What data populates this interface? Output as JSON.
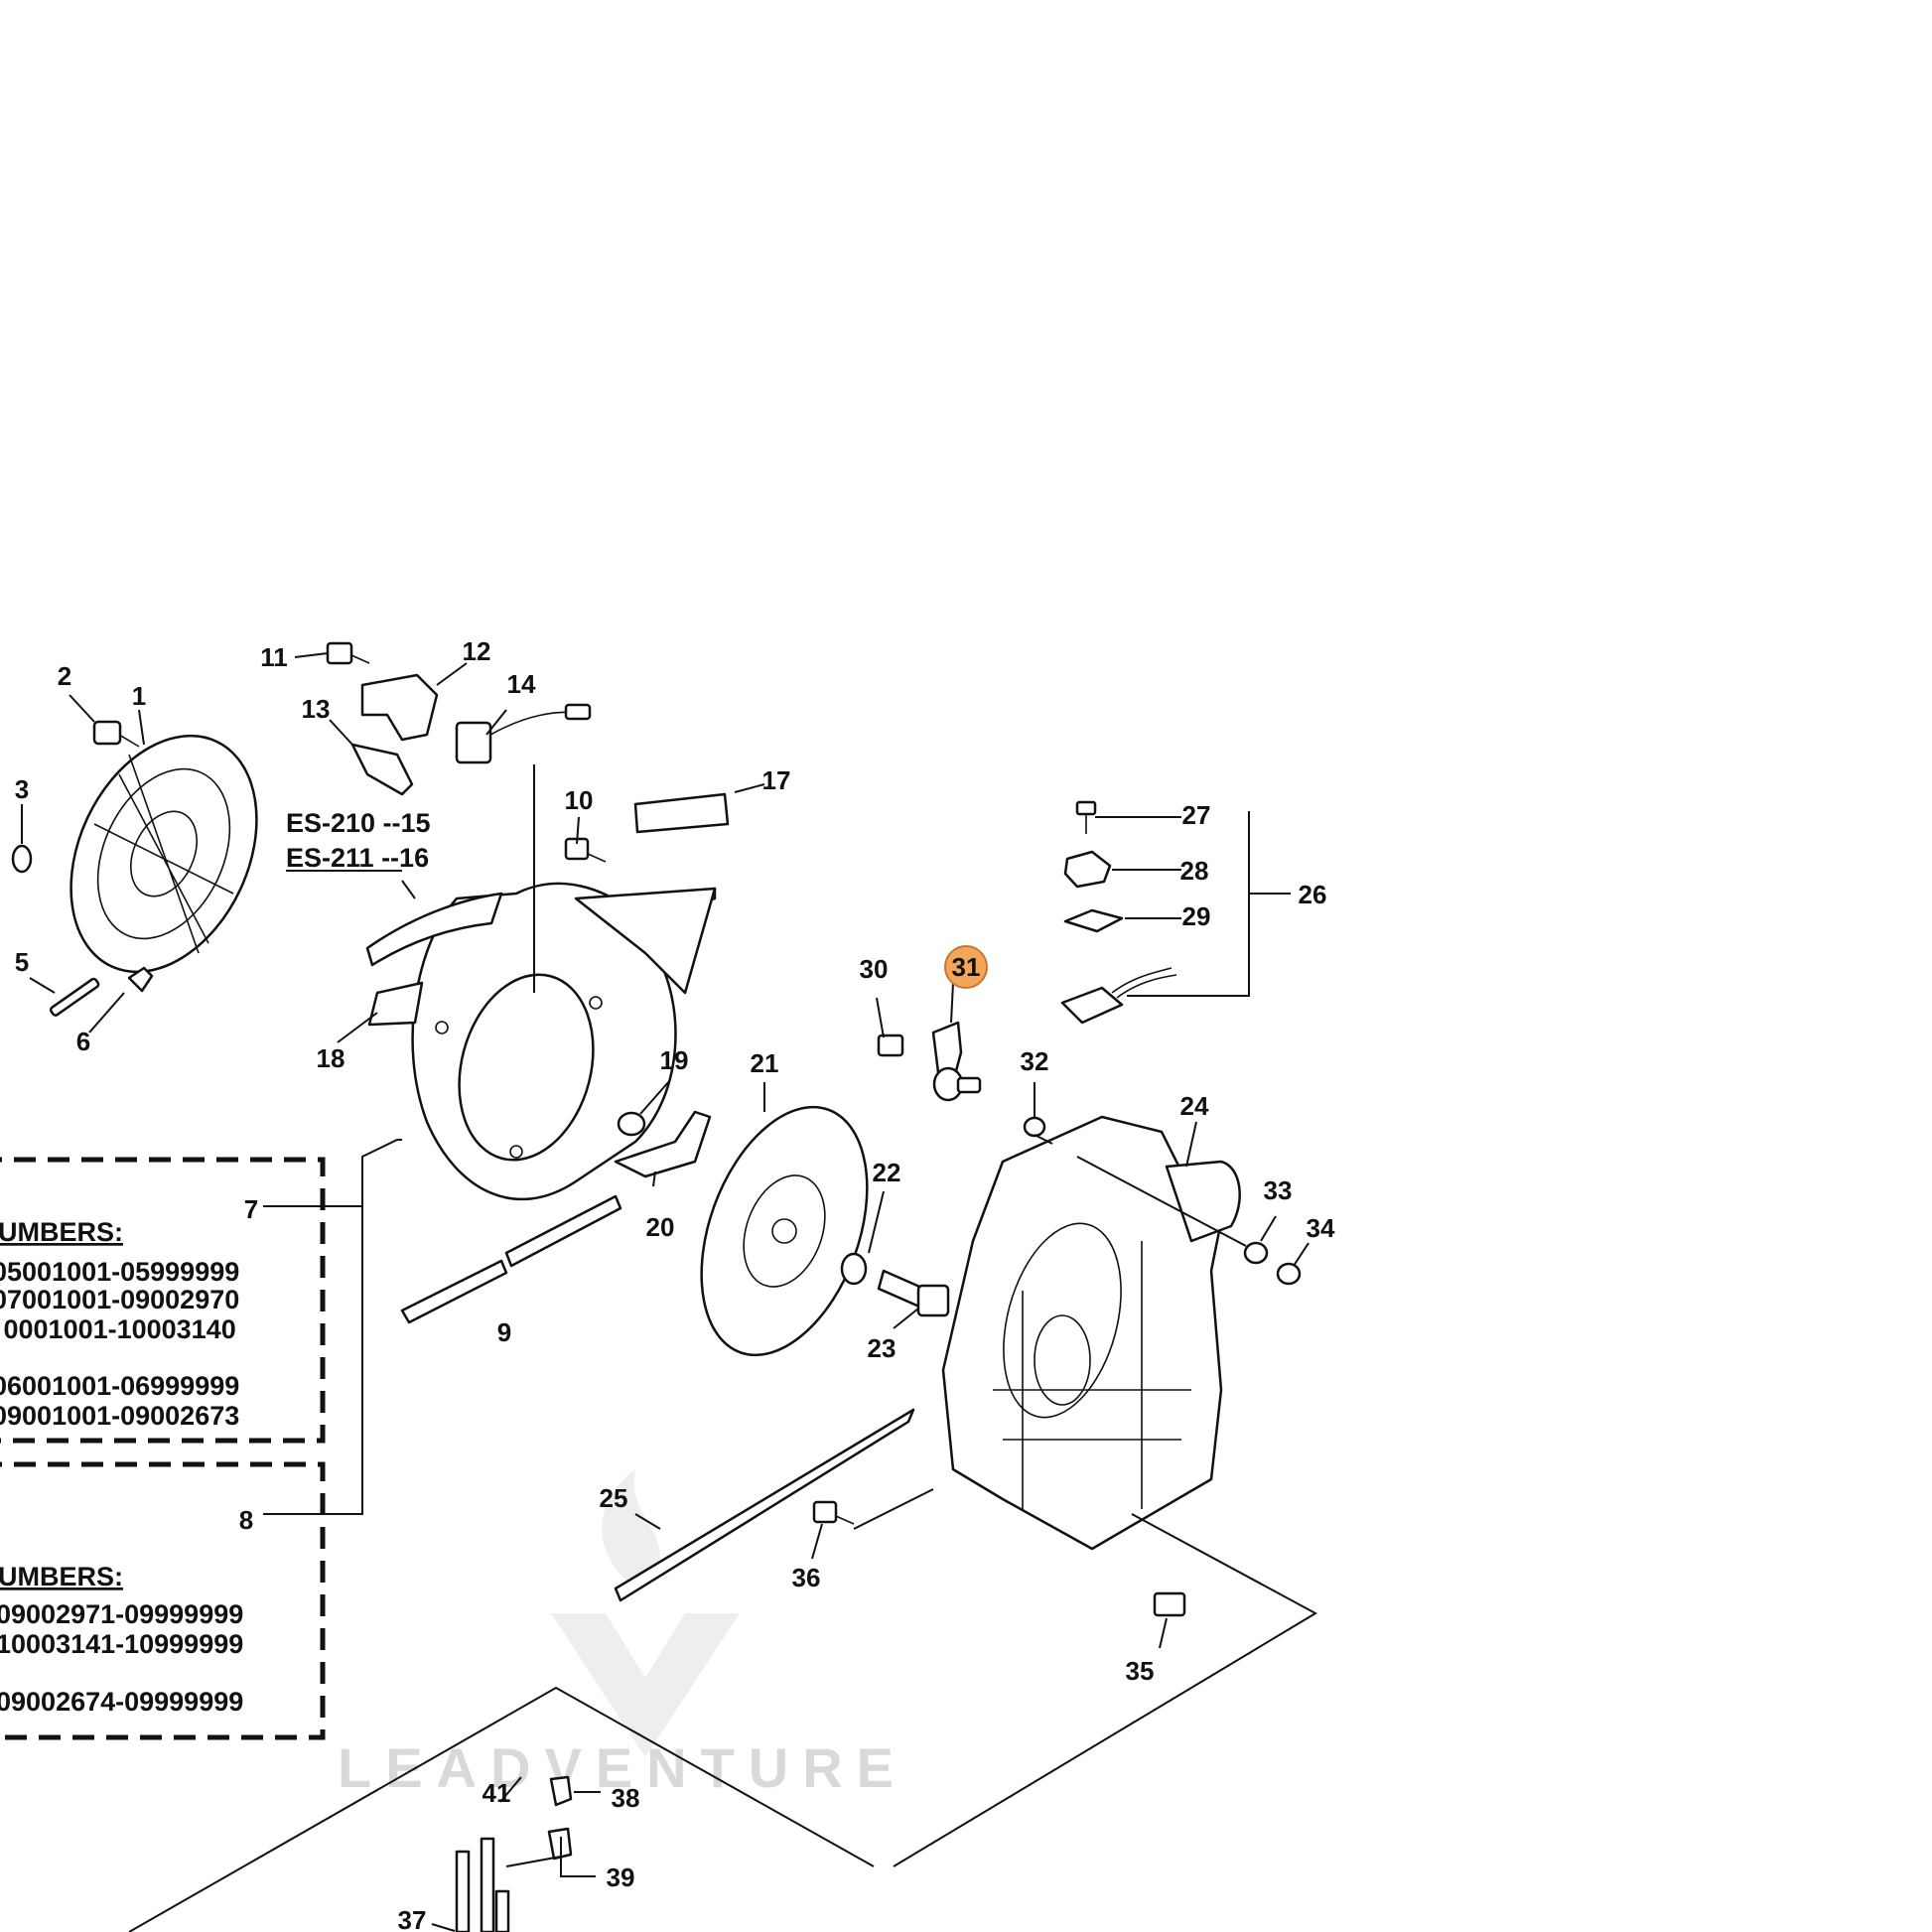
{
  "callouts": {
    "c1": "1",
    "c2": "2",
    "c3": "3",
    "c5": "5",
    "c6": "6",
    "c7": "7",
    "c8": "8",
    "c9": "9",
    "c10": "10",
    "c11": "11",
    "c12": "12",
    "c13": "13",
    "c14": "14",
    "c17": "17",
    "c18": "18",
    "c19": "19",
    "c20": "20",
    "c21": "21",
    "c22": "22",
    "c23": "23",
    "c24": "24",
    "c25": "25",
    "c26": "26",
    "c27": "27",
    "c28": "28",
    "c29": "29",
    "c30": "30",
    "c31": "31",
    "c32": "32",
    "c33": "33",
    "c34": "34",
    "c35": "35",
    "c36": "36",
    "c37": "37",
    "c38": "38",
    "c39": "39",
    "c41": "41"
  },
  "es_notes": {
    "es210": "ES-210 --15",
    "es211": "ES-211 --16"
  },
  "box1": {
    "heading": "UMBERS:",
    "lines": [
      "05001001-05999999",
      "07001001-09002970",
      " 0001001-10003140",
      "06001001-06999999",
      "09001001-09002673"
    ]
  },
  "box2": {
    "heading": "UMBERS:",
    "lines": [
      "09002971-09999999",
      "10003141-10999999",
      "09002674-09999999"
    ]
  },
  "highlight": {
    "callout": "31",
    "color": "#f2a65a"
  },
  "watermark": {
    "text": "LEADVENTURE"
  }
}
